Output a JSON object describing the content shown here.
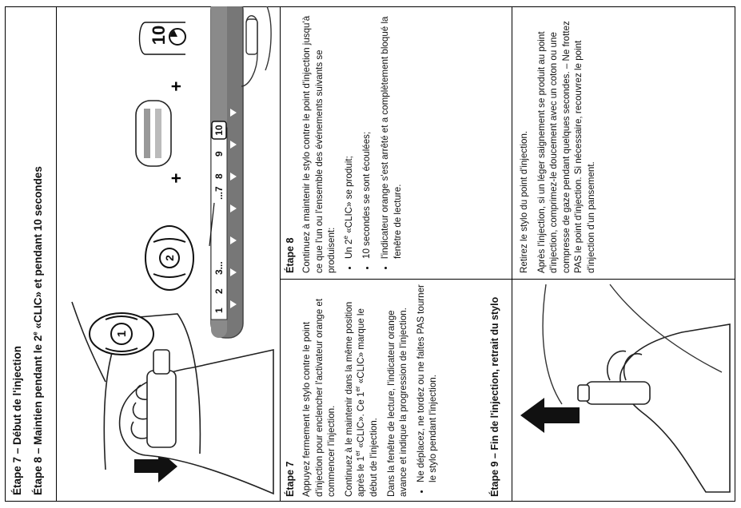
{
  "header": {
    "step7_title": "Étape 7 – Début de l'injection",
    "step8_title_pre": "Étape 8 – Maintien pendant le 2",
    "step8_title_sup": "e",
    "step8_title_post": " «CLIC» et pendant 10 secondes"
  },
  "illustration_top": {
    "scale_numbers": [
      "1",
      "2",
      "3...",
      "...7",
      "8",
      "9",
      "10"
    ],
    "callout_click1": "1",
    "callout_click2": "2",
    "timer_value": "10",
    "plus_sign": "+"
  },
  "step7": {
    "title": "Étape 7",
    "para1": "Appuyez fermement le stylo contre le point d'injection pour enclencher l'activateur orange et commencer l'injection.",
    "para2_pre": "Continuez à le maintenir dans la même position après le 1",
    "para2_sup1": "er",
    "para2_mid": " «CLIC». Ce 1",
    "para2_sup2": "er",
    "para2_post": " «CLIC» marque le début de l'injection.",
    "para3": "Dans la fenêtre de lecture, l'indicateur orange avance et indique la progression de l'injection.",
    "bullet1": "Ne déplacez, ne tordez ou ne faites PAS tourner le stylo pendant l'injection."
  },
  "step8": {
    "title": "Étape 8",
    "intro": "Continuez à maintenir le stylo contre le point d'injection jusqu'à ce que l'un ou l'ensemble des événements suivants se produisent:",
    "bullet1_pre": "Un 2",
    "bullet1_sup": "e",
    "bullet1_post": " «CLIC» se produit;",
    "bullet2": "10 secondes se sont écoulées;",
    "bullet3": "l'indicateur orange s'est arrêté et a complètement bloqué la fenêtre de lecture."
  },
  "step9": {
    "title": "Étape 9 – Fin de l'injection, retrait du stylo",
    "para1": "Retirez le stylo du point d'injection.",
    "para2": "Après l'injection, si un léger saignement se produit au point d'injection, comprimez-le doucement avec un coton ou une compresse de gaze pendant quelques secondes. – Ne frottez PAS le point d'injection. Si nécessaire, recouvrez le point d'injection d'un pansement."
  }
}
